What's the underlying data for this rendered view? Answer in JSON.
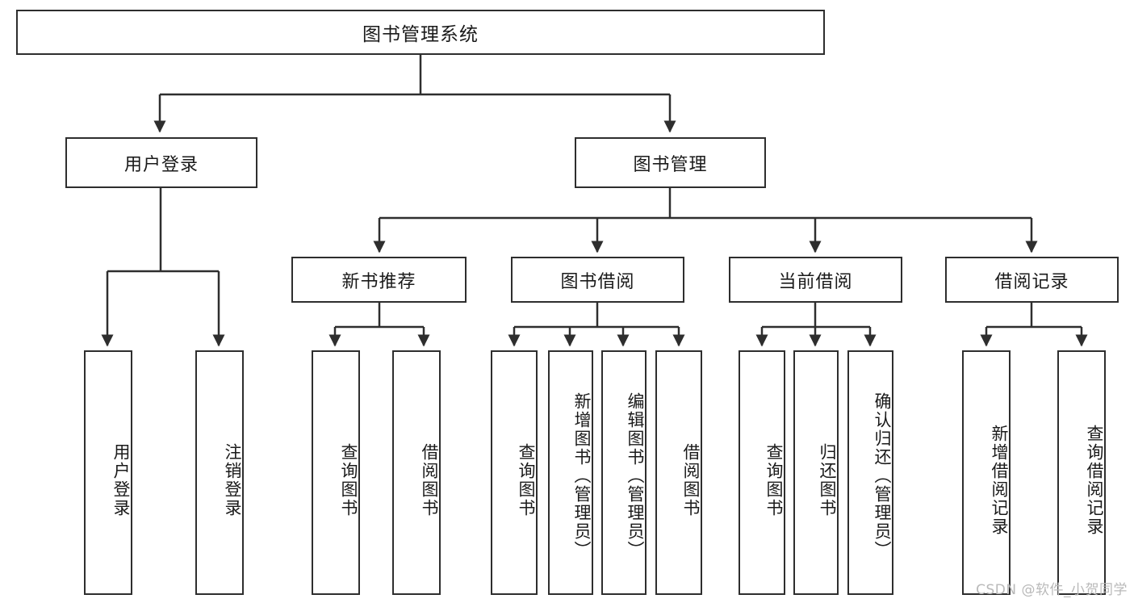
{
  "diagram": {
    "title": "图书管理系统",
    "type": "tree-hierarchy",
    "root": {
      "label": "图书管理系统"
    },
    "level2": [
      {
        "label": "用户登录"
      },
      {
        "label": "图书管理"
      }
    ],
    "level3": [
      {
        "label": "新书推荐"
      },
      {
        "label": "图书借阅"
      },
      {
        "label": "当前借阅"
      },
      {
        "label": "借阅记录"
      }
    ],
    "leaves": {
      "user_login": [
        {
          "label": "用户登录"
        },
        {
          "label": "注销登录"
        }
      ],
      "new_book_recommend": [
        {
          "label": "查询图书"
        },
        {
          "label": "借阅图书"
        }
      ],
      "book_borrow": [
        {
          "label": "查询图书"
        },
        {
          "label": "新增图书（管理员）"
        },
        {
          "label": "编辑图书（管理员）"
        },
        {
          "label": "借阅图书"
        }
      ],
      "current_borrow": [
        {
          "label": "查询图书"
        },
        {
          "label": "归还图书"
        },
        {
          "label": "确认归还（管理员）"
        }
      ],
      "borrow_record": [
        {
          "label": "新增借阅记录"
        },
        {
          "label": "查询借阅记录"
        }
      ]
    }
  },
  "watermark": {
    "text": "CSDN @软件_小贺同学"
  },
  "colors": {
    "stroke": "#2e2e2e",
    "background": "#ffffff",
    "text": "#1a1a1a",
    "watermark": "#b9b9b9"
  }
}
